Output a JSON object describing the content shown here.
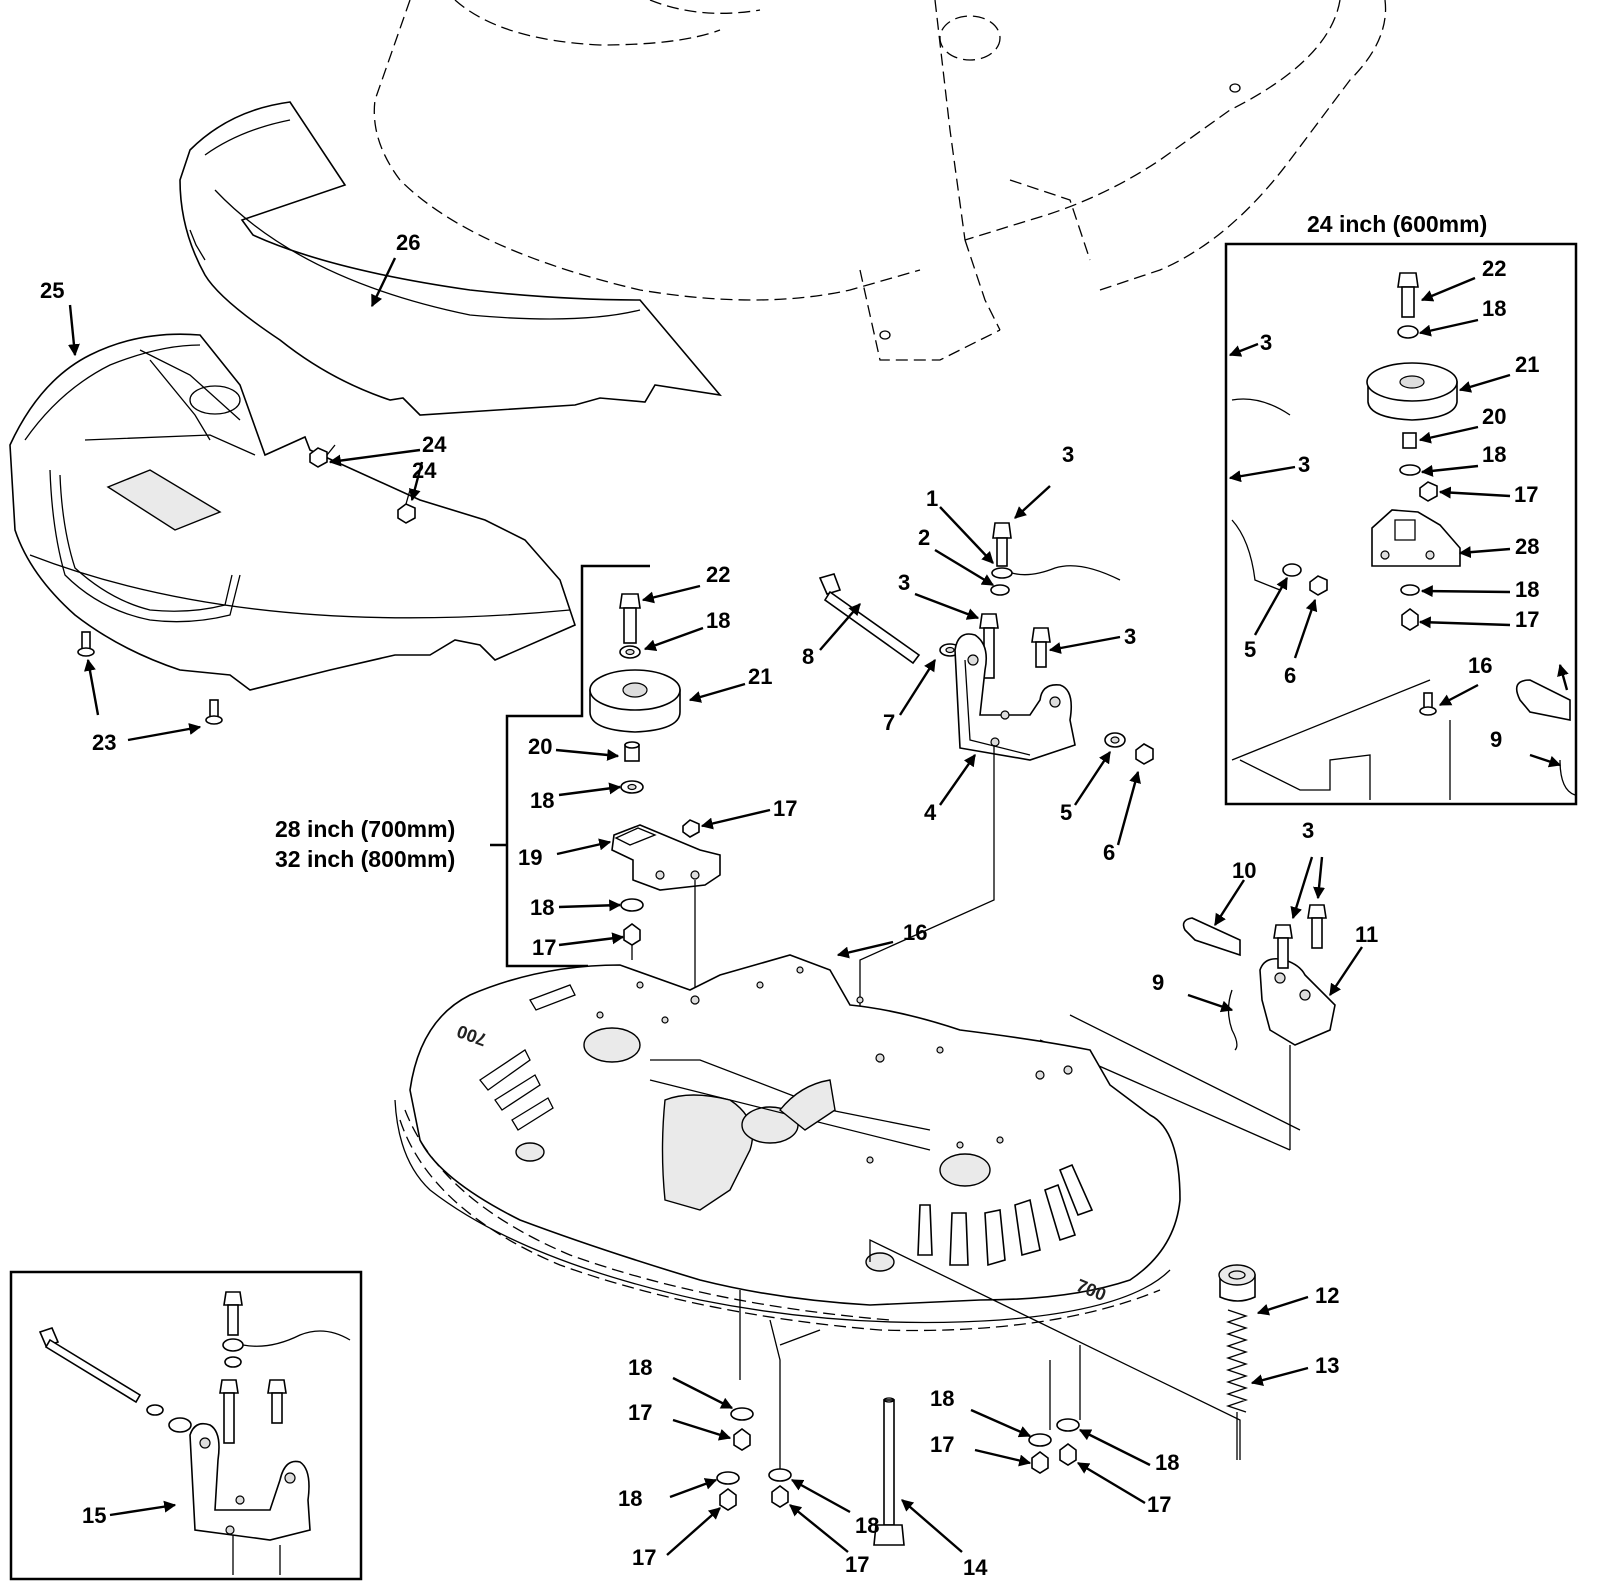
{
  "insets": {
    "deck_24": {
      "caption": "24 inch (600mm)"
    },
    "deck_28_32": {
      "caption_line1": "28 inch (700mm)",
      "caption_line2": "32 inch (800mm)"
    },
    "alt_bracket": {}
  },
  "deck_stamps": [
    "700",
    "700"
  ],
  "callouts": {
    "c25": "25",
    "c26": "26",
    "c24a": "24",
    "c24b": "24",
    "c23a": "23",
    "c22": "22",
    "c18a": "18",
    "c21": "21",
    "c20": "20",
    "c18b": "18",
    "c17a": "17",
    "c19": "19",
    "c18c": "18",
    "c17b": "17",
    "c16": "16",
    "c3a": "3",
    "c1": "1",
    "c2": "2",
    "c3b": "3",
    "c3c": "3",
    "c8": "8",
    "c7": "7",
    "c4": "4",
    "c5": "5",
    "c6": "6",
    "i22": "22",
    "i18a": "18",
    "i3a": "3",
    "i21": "21",
    "i20": "20",
    "i18b": "18",
    "i3b": "3",
    "i17a": "17",
    "i28": "28",
    "i18c": "18",
    "i5": "5",
    "i6": "6",
    "i17b": "17",
    "i16": "16",
    "i9": "9",
    "c3d": "3",
    "c10": "10",
    "c11": "11",
    "c9": "9",
    "c12": "12",
    "c13": "13",
    "c15": "15",
    "b18a": "18",
    "b17a": "17",
    "b18b": "18",
    "b17b": "17",
    "b18c": "18",
    "b17c": "17",
    "b14": "14",
    "b18d": "18",
    "b17d": "17",
    "b18e": "18",
    "b17e": "17"
  }
}
